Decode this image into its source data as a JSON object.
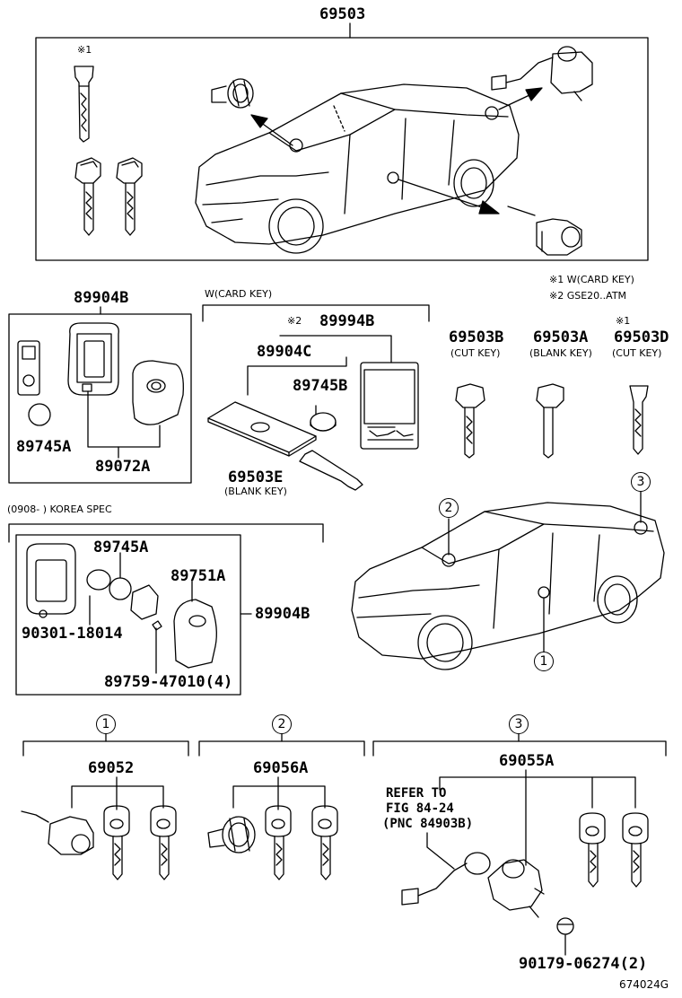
{
  "labels": {
    "top_part": "69503",
    "l_89904B_top": "89904B",
    "l_89745A_left": "89745A",
    "l_89072A": "89072A",
    "l_89994B": "89994B",
    "l_89904C": "89904C",
    "l_89745B": "89745B",
    "l_69503E": "69503E",
    "l_69503B": "69503B",
    "l_69503A": "69503A",
    "l_69503D": "69503D",
    "l_89745A_korea": "89745A",
    "l_89751A": "89751A",
    "l_89904B_korea": "89904B",
    "l_90301": "90301-18014",
    "l_89759": "89759-47010(4)",
    "l_69052": "69052",
    "l_69056A": "69056A",
    "l_69055A": "69055A",
    "l_90179": "90179-06274(2)"
  },
  "notes": {
    "note1": "※1 W(CARD KEY)",
    "note2": "※2 GSE20..ATM",
    "mark1_top": "※1",
    "mark1_d": "※1",
    "mark2": "※2",
    "card_key": "W(CARD KEY)",
    "blank_key_e": "(BLANK KEY)",
    "cut_key_b": "(CUT KEY)",
    "blank_key_a": "(BLANK KEY)",
    "cut_key_d": "(CUT KEY)",
    "korea_spec": "(0908-      ) KOREA SPEC"
  },
  "refer": {
    "line1": "REFER TO",
    "line2": "FIG 84-24",
    "line3": "(PNC 84903B)"
  },
  "callouts": {
    "c1_car": "1",
    "c2_car": "2",
    "c3_car": "3",
    "c1_group": "1",
    "c2_group": "2",
    "c3_group": "3"
  },
  "footer": {
    "code": "674024G"
  }
}
